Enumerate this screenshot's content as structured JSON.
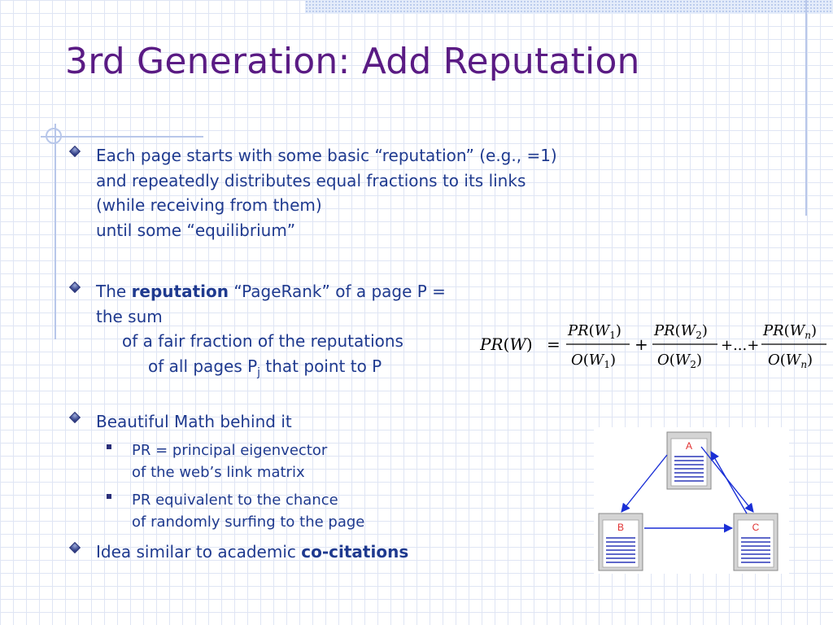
{
  "slide": {
    "title": "3rd Generation: Add Reputation"
  },
  "bullets": {
    "b1": {
      "line1": "Each page starts with some basic “reputation” (e.g., =1)",
      "line2": "and repeatedly distributes equal fractions to its links",
      "line3": "(while receiving from them)",
      "line4": "until some “equilibrium”"
    },
    "b2": {
      "pre": "The ",
      "bold": "reputation",
      "post": " “PageRank” of a page P =",
      "line2": "the sum",
      "line3": "of a fair fraction of the reputations",
      "line4_pre": "of all pages P",
      "line4_sub": "j",
      "line4_post": " that point to P"
    },
    "b3": {
      "text": "Beautiful Math behind it",
      "sub1_line1": "PR = principal eigenvector",
      "sub1_line2": "of the web’s link matrix",
      "sub2_line1": "PR equivalent to the chance",
      "sub2_line2": "of randomly surfing to the page"
    },
    "b4": {
      "pre": "Idea similar to academic ",
      "bold": "co-citations"
    }
  },
  "formula": {
    "lhs_pr": "PR",
    "lhs_w": "W",
    "eq": "=",
    "pr": "PR",
    "o": "O",
    "w": "W",
    "sub1": "1",
    "sub2": "2",
    "subn": "n",
    "plus": "+",
    "dots": "+...+",
    "lparen": "(",
    "rparen": ")"
  },
  "diagram": {
    "node_a": "A",
    "node_b": "B",
    "node_c": "C"
  },
  "colors": {
    "title": "#5a1b84",
    "body_text": "#1f3a8f",
    "arrow": "#1a2fd6",
    "node_label": "#e03030"
  }
}
